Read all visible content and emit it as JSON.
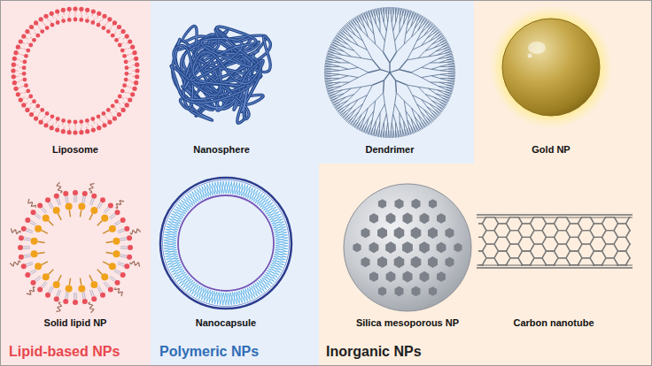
{
  "diagram": {
    "nodes": [
      {
        "text": [
          "Lipid-based NPs"
        ]
      },
      {
        "text": [
          "Liposome"
        ],
        "in": 0
      },
      {
        "text": [
          "Solid lipid NP"
        ],
        "in": 0
      },
      {
        "text": [
          "Polymeric NPs"
        ]
      },
      {
        "text": [
          "Nanosphere"
        ],
        "in": 3
      },
      {
        "text": [
          "Dendrimer"
        ],
        "in": 3
      },
      {
        "text": [
          "Nanocapsule"
        ],
        "in": 3
      },
      {
        "text": [
          "Inorganic NPs"
        ]
      },
      {
        "text": [
          "Gold NP"
        ],
        "in": 7
      },
      {
        "text": [
          "Silica mesoporous NP"
        ],
        "in": 7
      },
      {
        "text": [
          "Carbon nanotube"
        ],
        "in": 7
      }
    ]
  }
}
